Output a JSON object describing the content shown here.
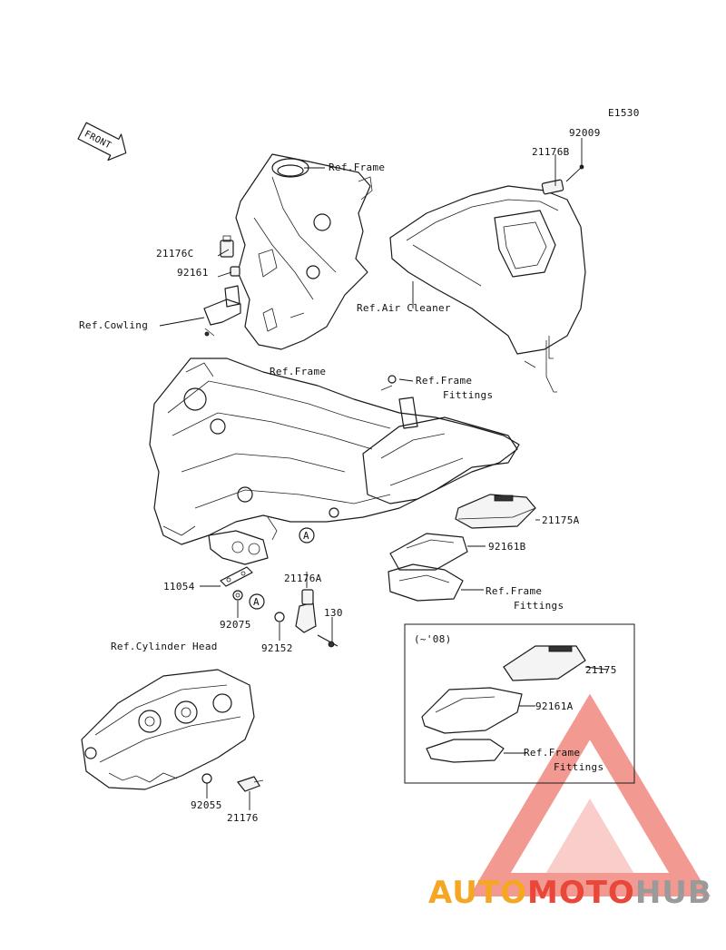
{
  "diagram_id": "E1530",
  "front_label": "FRONT",
  "inset": {
    "label": "(~'08)"
  },
  "part_labels": {
    "p92009": "92009",
    "p21176B": "21176B",
    "p21176C": "21176C",
    "p92161": "92161",
    "ref_cowling": "Ref.Cowling",
    "ref_frame_top": "Ref.Frame",
    "ref_air_cleaner": "Ref.Air Cleaner",
    "ref_frame_mid": "Ref.Frame",
    "ref_frame_fittings_1": [
      "Ref.Frame",
      "Fittings"
    ],
    "p21175A": "21175A",
    "p92161B": "92161B",
    "ref_frame_fittings_2": [
      "Ref.Frame",
      "Fittings"
    ],
    "p11054": "11054",
    "p21176A": "21176A",
    "callout_a": "A",
    "p92075": "92075",
    "p92152": "92152",
    "p130": "130",
    "ref_cylinder_head": "Ref.Cylinder Head",
    "p92055": "92055",
    "p21176": "21176",
    "p21175": "21175",
    "p92161A": "92161A",
    "ref_frame_fittings_3": [
      "Ref.Frame",
      "Fittings"
    ]
  },
  "watermark": {
    "part1": "AUTO",
    "part2": "MOTO",
    "part3": "HUB",
    "color_orange": "#f5a623",
    "color_red": "#e8473a",
    "color_gray": "#9a9a9a"
  }
}
